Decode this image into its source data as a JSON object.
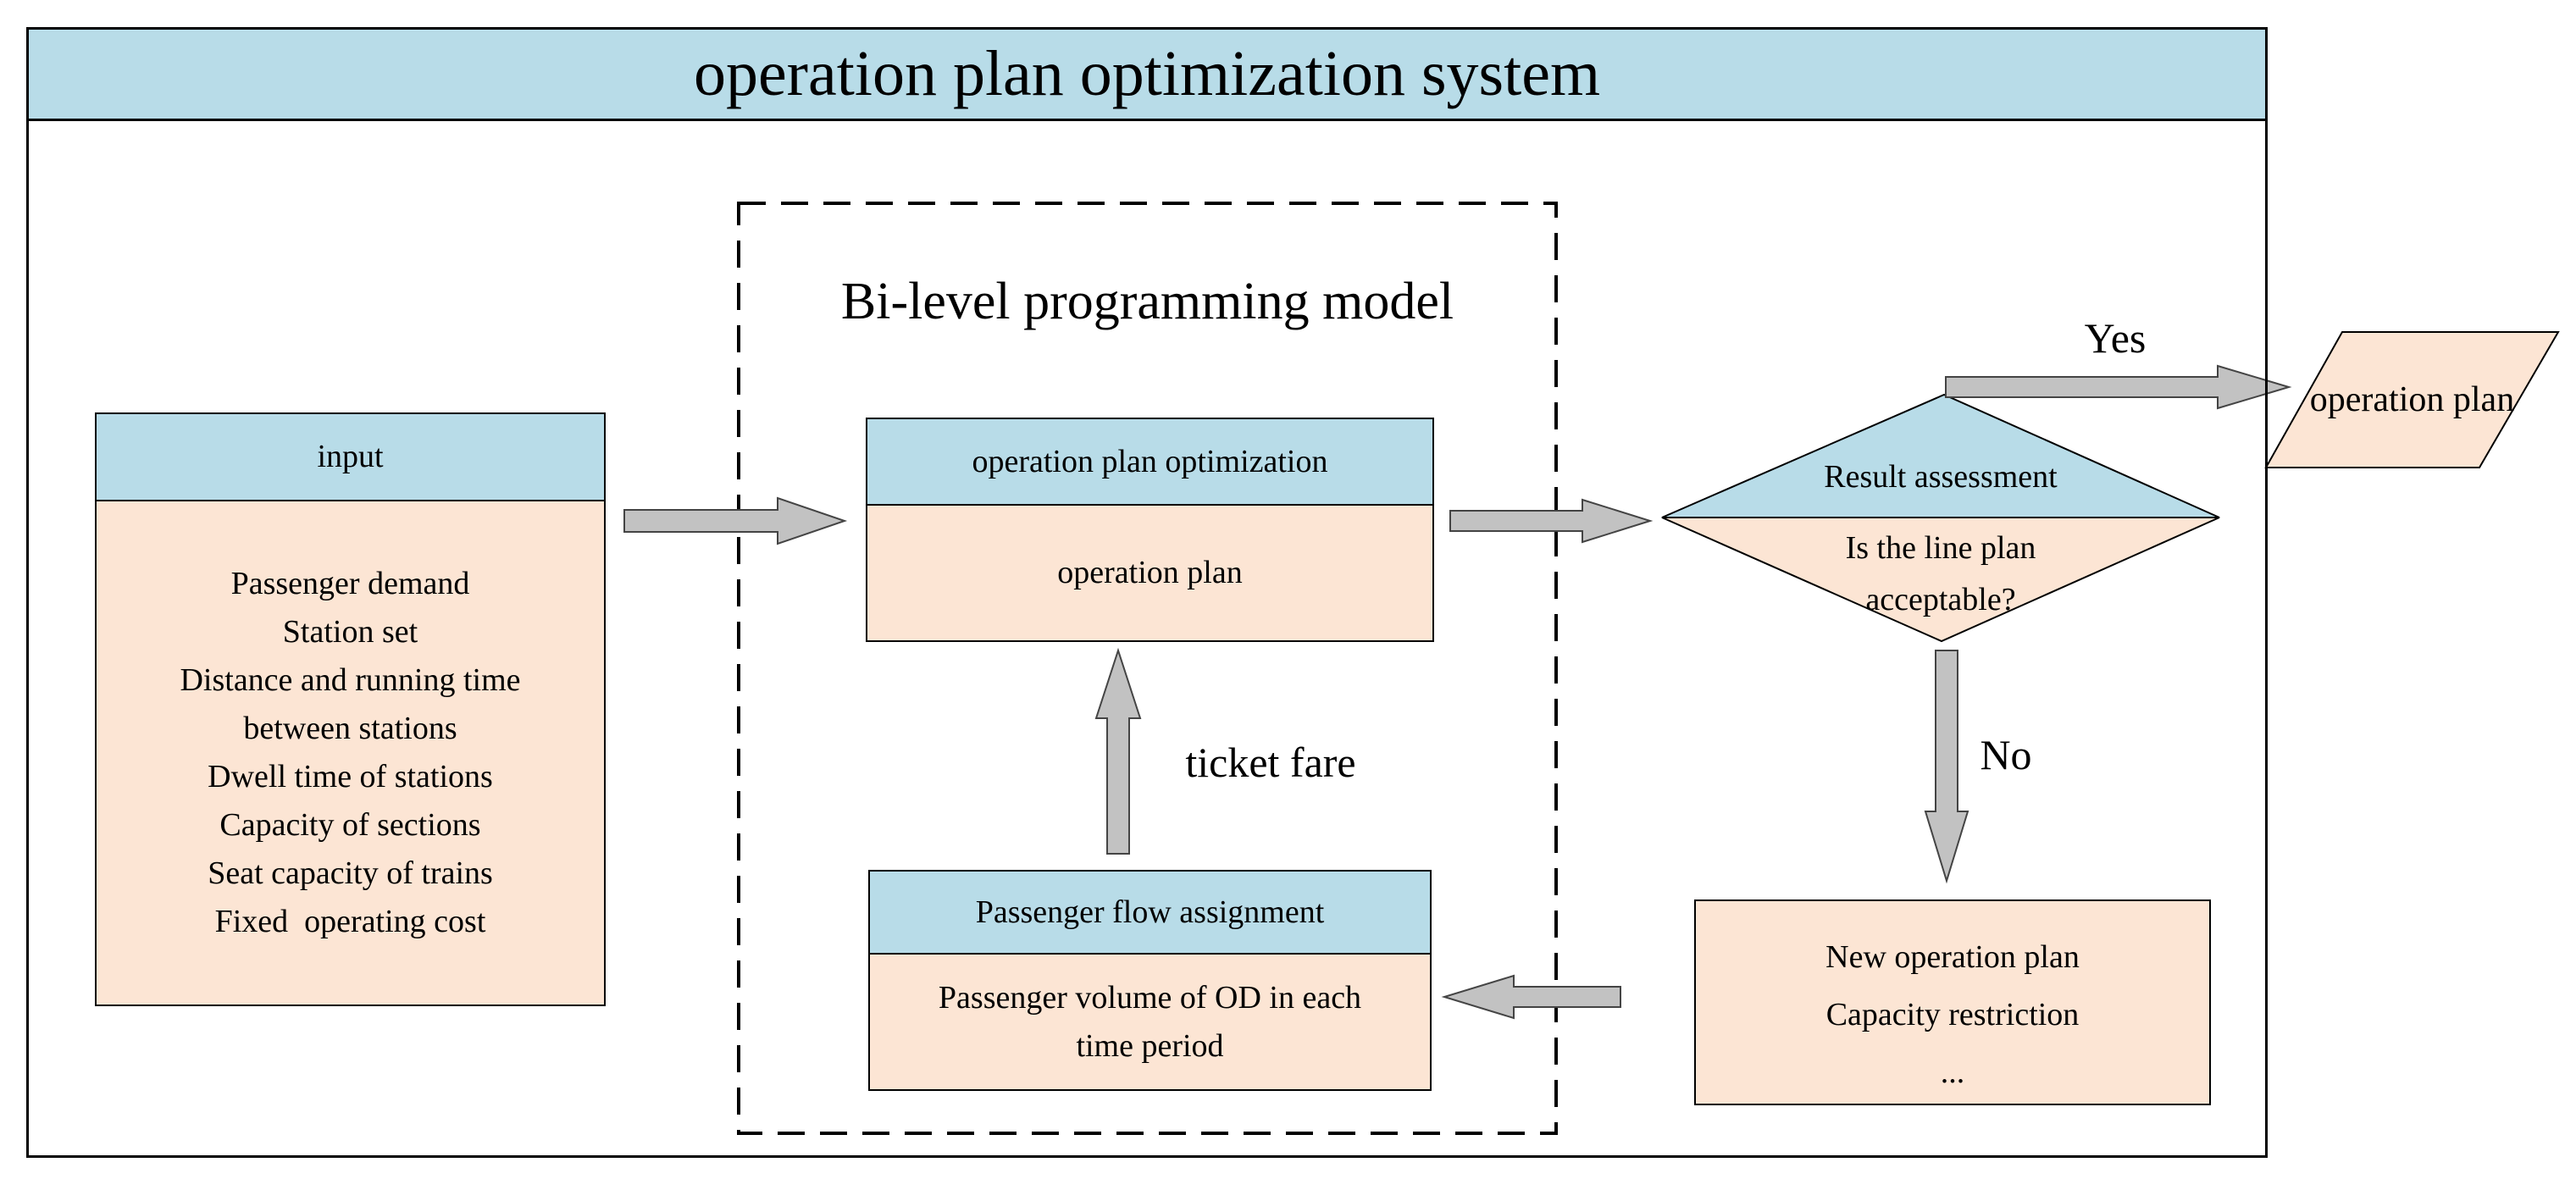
{
  "window": {
    "title": "operation plan optimization system"
  },
  "model_frame": {
    "title": "Bi-level programming model"
  },
  "input_box": {
    "header": "input",
    "lines": [
      "Passenger demand",
      "Station set",
      "Distance and running time",
      "between stations",
      "Dwell time of stations",
      "Capacity of sections",
      "Seat capacity of trains",
      "Fixed  operating cost"
    ]
  },
  "optimization_box": {
    "header": "operation plan optimization",
    "body": "operation plan"
  },
  "assignment_box": {
    "header": "Passenger flow assignment",
    "body_line1": "Passenger volume of OD in each",
    "body_line2": "time period"
  },
  "decision_diamond": {
    "top": "Result assessment",
    "question_line1": "Is the line plan",
    "question_line2": "acceptable?"
  },
  "new_plan_box": {
    "line1": "New operation plan",
    "line2": "Capacity restriction",
    "line3": "..."
  },
  "output_shape": {
    "label": "operation plan"
  },
  "edge_labels": {
    "yes": "Yes",
    "no": "No",
    "ticket_fare": "ticket fare"
  },
  "colors": {
    "header_blue": "#b8dce8",
    "body_peach": "#fce5d4",
    "arrow_gray": "#c2c2c2"
  }
}
